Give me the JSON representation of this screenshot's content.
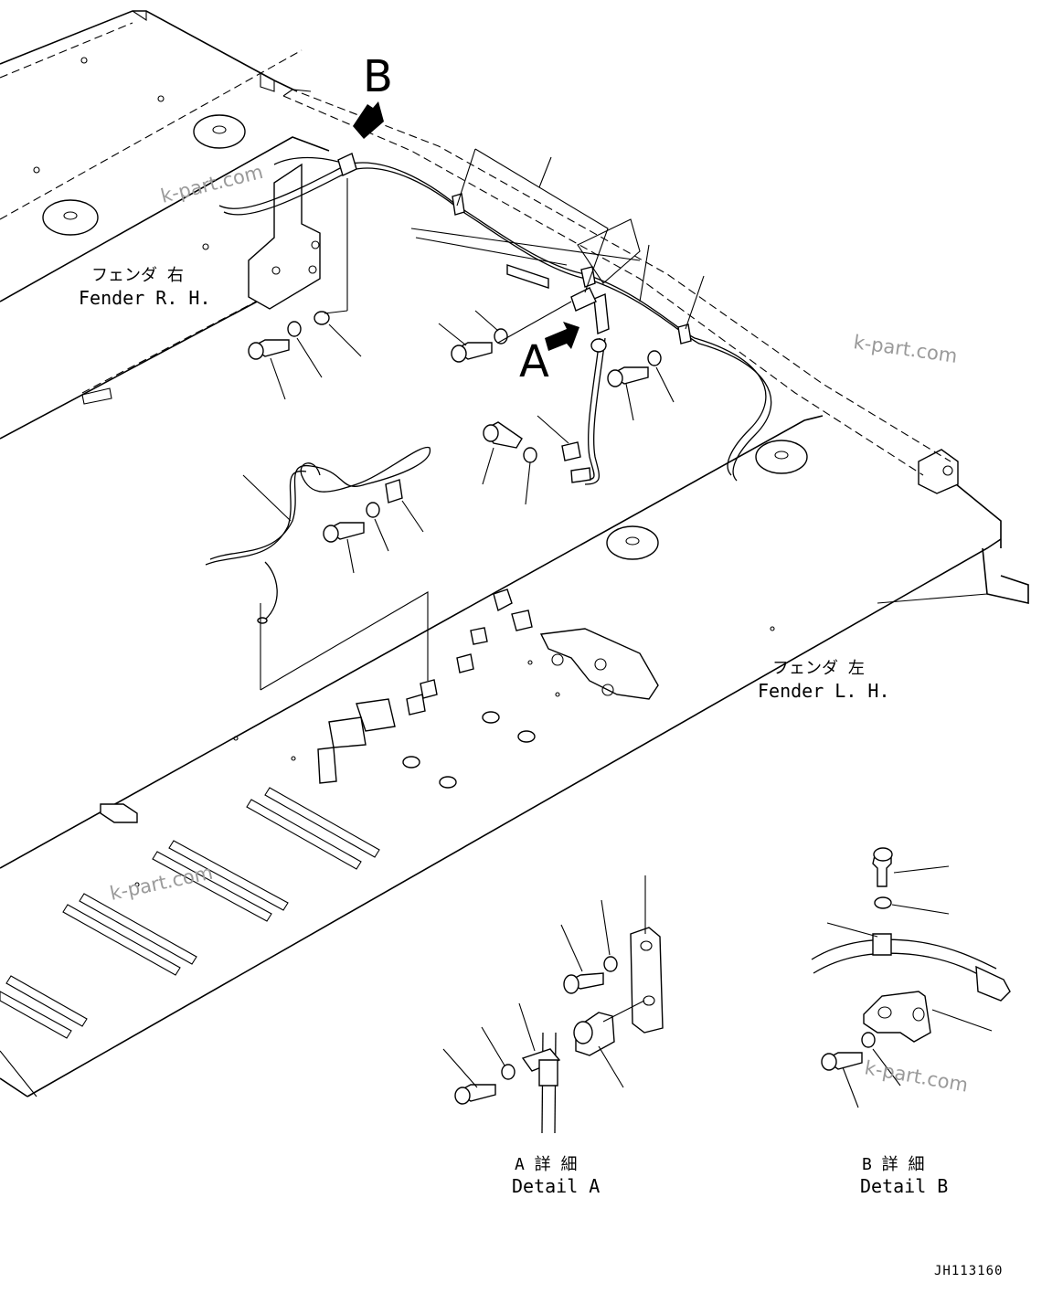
{
  "labels": {
    "fender_rh_jp": "フェンダ 右",
    "fender_rh_en": "Fender R. H.",
    "fender_lh_jp": "フェンダ 左",
    "fender_lh_en": "Fender L. H.",
    "view_a": "A",
    "view_b": "B",
    "detail_a_jp": "A 詳 細",
    "detail_a_en": "Detail A",
    "detail_b_jp": "B 詳 細",
    "detail_b_en": "Detail B"
  },
  "watermarks": [
    "k-part.com",
    "k-part.com",
    "k-part.com",
    "k-part.com"
  ],
  "drawing_code": "JH113160"
}
